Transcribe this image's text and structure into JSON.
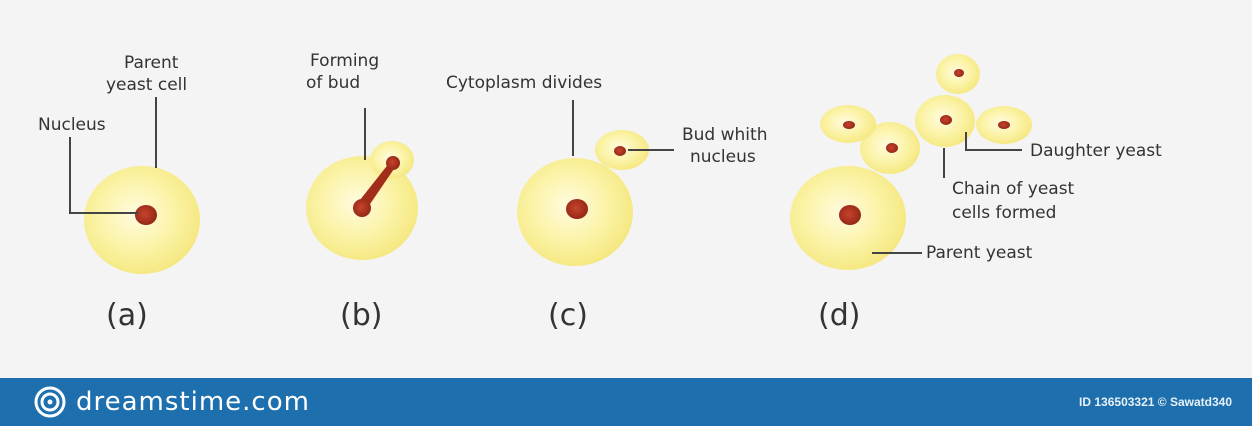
{
  "labels": {
    "nucleus": "Nucleus",
    "parent_yeast_cell_line1": "Parent",
    "parent_yeast_cell_line2": "yeast cell",
    "forming_of_bud_line1": "Forming",
    "forming_of_bud_line2": "of bud",
    "cytoplasm_divides": "Cytoplasm divides",
    "bud_with_nucleus_line1": "Bud whith",
    "bud_with_nucleus_line2": "nucleus",
    "daughter_yeast": "Daughter yeast",
    "chain_line1": "Chain of yeast",
    "chain_line2": "cells formed",
    "parent_yeast": "Parent yeast"
  },
  "stages": {
    "a": "(a)",
    "b": "(b)",
    "c": "(c)",
    "d": "(d)"
  },
  "footer": {
    "brand": "dreamstime.com",
    "credit": "ID 136503321 © Sawatd340"
  },
  "colors": {
    "cell_fill": "#fbf3a6",
    "cell_edge": "#f4e67c",
    "nucleus": "#b0321f",
    "footer_bg": "#1d6fae"
  }
}
